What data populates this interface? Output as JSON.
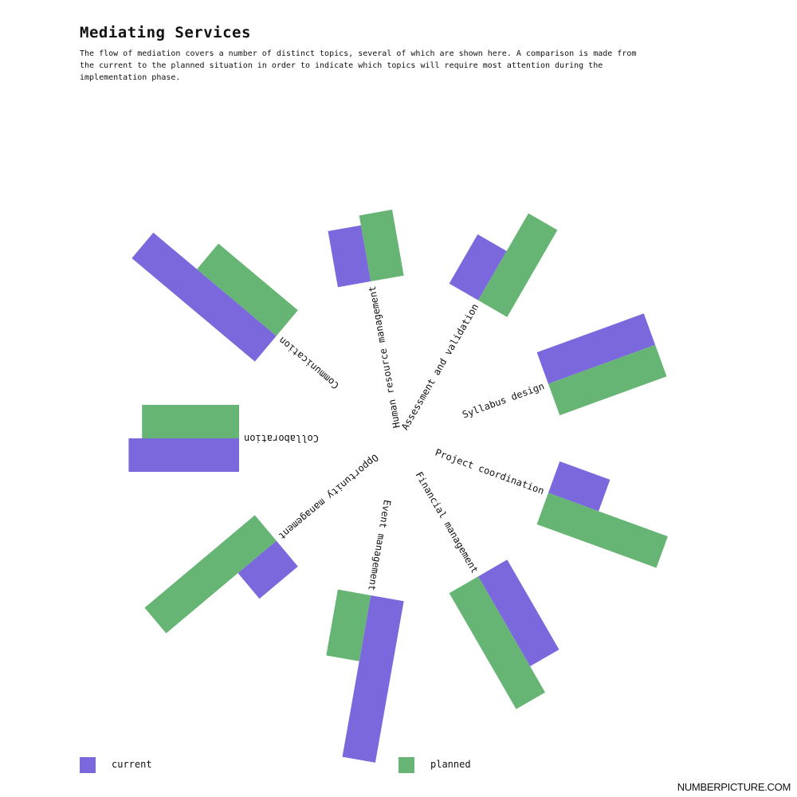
{
  "title": "Mediating Services",
  "subtitle": "The flow of mediation covers a number of distinct topics, several of which are shown here. A comparison is made from the current to the planned situation in order to indicate which topics will require most attention during the implementation phase.",
  "colors": {
    "current": "#7b68dd",
    "planned": "#66b574"
  },
  "legend": [
    {
      "key": "current",
      "label": "current"
    },
    {
      "key": "planned",
      "label": "planned"
    }
  ],
  "credit": "NUMBERPICTURE.COM",
  "chart_data": {
    "type": "radial-bar",
    "series": [
      {
        "name": "current",
        "color": "#7b68dd"
      },
      {
        "name": "planned",
        "color": "#66b574"
      }
    ],
    "categories": [
      "Project coordination",
      "Syllabus design",
      "Assessment and validation",
      "Human resource management",
      "Communication",
      "Collaboration",
      "Opportunity management",
      "Event management",
      "Financial management"
    ],
    "current": [
      1.6,
      3.4,
      1.7,
      1.7,
      4.8,
      3.3,
      1.5,
      4.9,
      3.1
    ],
    "planned": [
      3.8,
      3.4,
      3.0,
      2.0,
      3.1,
      2.9,
      4.3,
      2.0,
      4.0
    ],
    "legend_position": "bottom",
    "grid": false
  }
}
